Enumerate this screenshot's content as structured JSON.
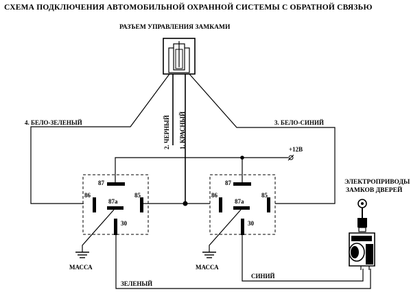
{
  "title": "СХЕМА ПОДКЛЮЧЕНИЯ  АВТОМОБИЛЬНОЙ ОХРАННОЙ СИСТЕМЫ С ОБРАТНОЙ СВЯЗЬЮ",
  "connector": {
    "label": "РАЗЪЕМ УПРАВЛЕНИЯ  ЗАМКАМИ"
  },
  "wires": {
    "w1": "1. КРАСНЫЙ",
    "w2": "2. ЧЕРНЫЙ",
    "w3": "3.  БЕЛО-СИНИЙ",
    "w4": "4.  БЕЛО-ЗЕЛЕНЫЙ",
    "green": "ЗЕЛЕНЫЙ",
    "blue": "СИНИЙ"
  },
  "power": {
    "label": "+12В"
  },
  "relays": [
    {
      "pins": {
        "p87": "87",
        "p87a": "87а",
        "p85": "85",
        "p86": "86",
        "p30": "30"
      },
      "ground_label": "МАССА"
    },
    {
      "pins": {
        "p87": "87",
        "p87a": "87а",
        "p85": "85",
        "p86": "86",
        "p30": "30"
      },
      "ground_label": "МАССА"
    }
  ],
  "actuator": {
    "label_line1": "ЭЛЕКТРОПРИВОДЫ",
    "label_line2": "ЗАМКОВ ДВЕРЕЙ"
  }
}
